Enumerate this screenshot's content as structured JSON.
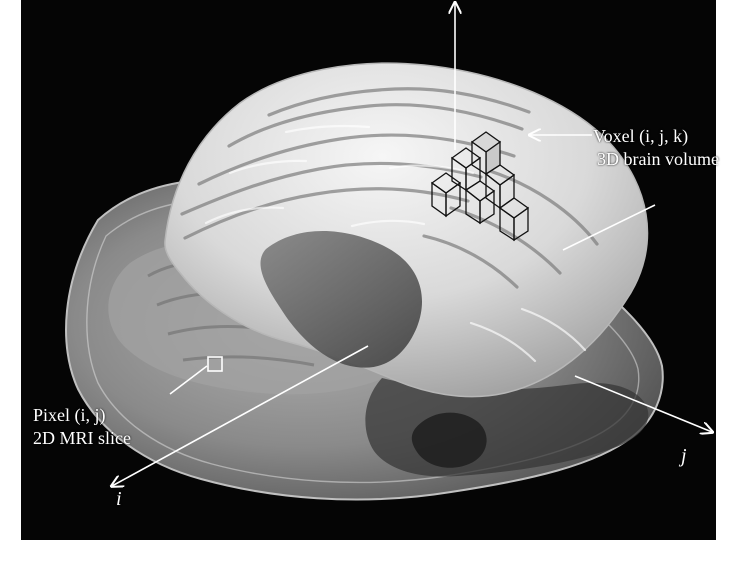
{
  "labels": {
    "voxel": "Voxel (i, j, k)",
    "volume": "3D brain volume",
    "pixel": "Pixel (i, j)",
    "slice": "2D MRI slice"
  },
  "axes": {
    "i": "i",
    "j": "j"
  },
  "colors": {
    "background": "#050505",
    "label": "#ffffff",
    "slice_fill": "#8d8d8d",
    "brain_fill": "#e4e4e4"
  }
}
